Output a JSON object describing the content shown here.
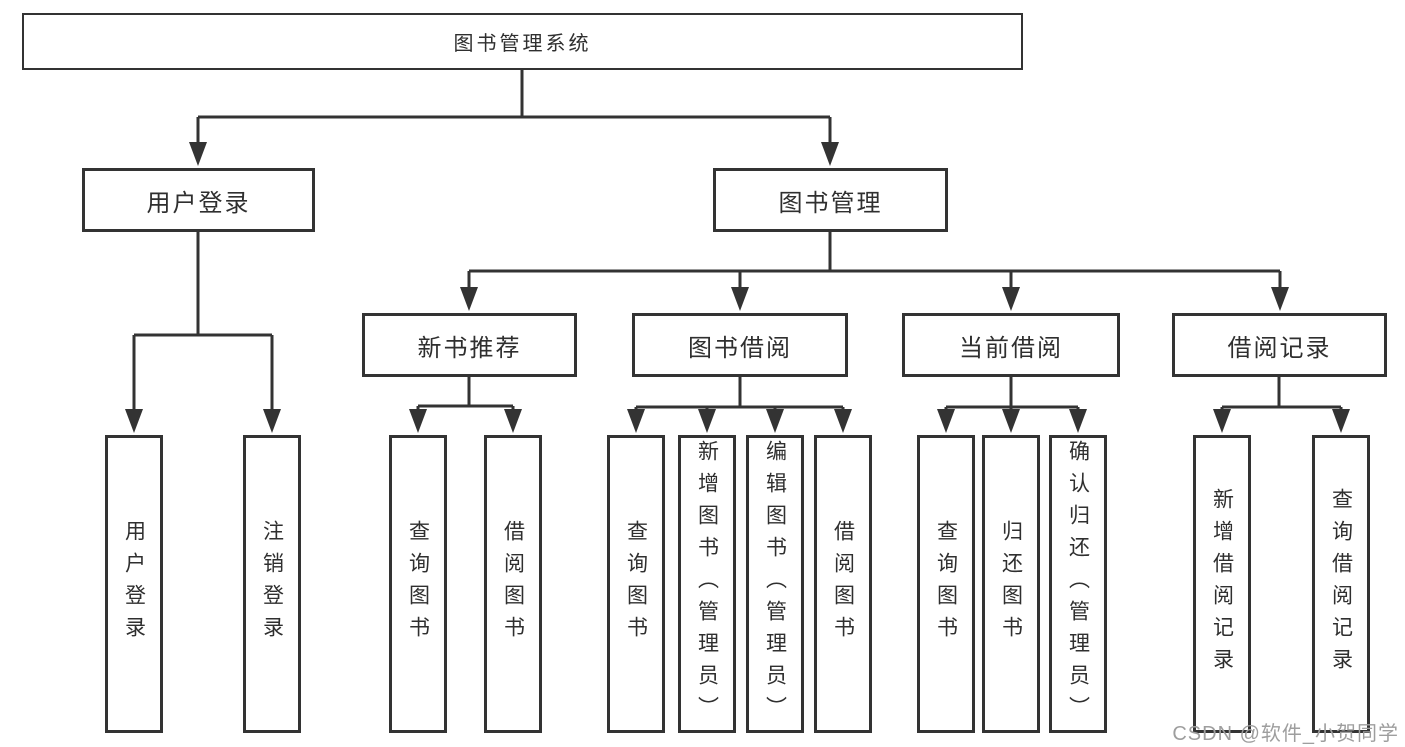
{
  "diagram": {
    "root": {
      "label": "图书管理系统"
    },
    "branches": [
      {
        "label": "用户登录",
        "children": [
          {
            "label": "用户登录"
          },
          {
            "label": "注销登录"
          }
        ]
      },
      {
        "label": "图书管理",
        "children": [
          {
            "label": "新书推荐",
            "children": [
              {
                "label": "查询图书"
              },
              {
                "label": "借阅图书"
              }
            ]
          },
          {
            "label": "图书借阅",
            "children": [
              {
                "label": "查询图书"
              },
              {
                "label": "新增图书（管理员）"
              },
              {
                "label": "编辑图书（管理员）"
              },
              {
                "label": "借阅图书"
              }
            ]
          },
          {
            "label": "当前借阅",
            "children": [
              {
                "label": "查询图书"
              },
              {
                "label": "归还图书"
              },
              {
                "label": "确认归还（管理员）"
              }
            ]
          },
          {
            "label": "借阅记录",
            "children": [
              {
                "label": "新增借阅记录"
              },
              {
                "label": "查询借阅记录"
              }
            ]
          }
        ]
      }
    ]
  },
  "watermark": {
    "text": "CSDN @软件_小贺同学"
  },
  "colors": {
    "line": "#333333",
    "box_background": "#ffffff",
    "text": "#2f2f2f",
    "watermark": "#9e9e9e"
  }
}
